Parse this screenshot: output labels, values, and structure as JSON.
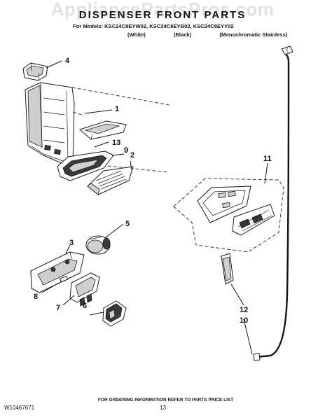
{
  "header": {
    "watermark": "AppliancePartsPros.com",
    "title": "DISPENSER FRONT PARTS",
    "models_line": "For Models: KSC24C8EYW02, KSC24C8EYB02, KSC24C8EYY02",
    "variants": [
      "(White)",
      "(Black)",
      "(Monochromatic Stainless)"
    ]
  },
  "callouts": [
    "4",
    "1",
    "13",
    "9",
    "2",
    "11",
    "5",
    "3",
    "8",
    "7",
    "6",
    "12",
    "10"
  ],
  "footer": {
    "note": "FOR ORDERING INFORMATION REFER TO PARTS PRICE LIST",
    "doc_number": "W10467671",
    "page_number": "13"
  }
}
